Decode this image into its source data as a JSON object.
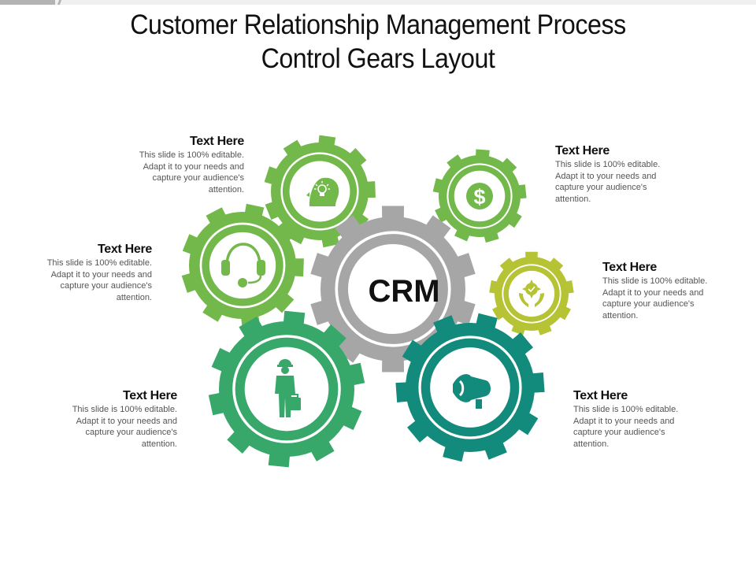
{
  "title": {
    "line1": "Customer Relationship  Management Process",
    "line2": "Control Gears Layout"
  },
  "center": {
    "label": "CRM",
    "color": "#a6a6a6",
    "teeth": 10
  },
  "gears": [
    {
      "id": "idea",
      "icon": "lightbulb-head-icon",
      "color": "#73b84a",
      "teeth": 9
    },
    {
      "id": "money",
      "icon": "dollar-coin-icon",
      "color": "#73b84a",
      "teeth": 9
    },
    {
      "id": "support",
      "icon": "headset-icon",
      "color": "#73b84a",
      "teeth": 9
    },
    {
      "id": "care",
      "icon": "hands-gear-icon",
      "color": "#b5c334",
      "teeth": 9
    },
    {
      "id": "worker",
      "icon": "businessman-briefcase-icon",
      "color": "#37a86a",
      "teeth": 10
    },
    {
      "id": "marketing",
      "icon": "megaphone-icon",
      "color": "#128a7c",
      "teeth": 10
    }
  ],
  "text_blocks": [
    {
      "id": "top-left",
      "heading": "Text Here",
      "body": "This slide is 100% editable. Adapt it to your needs and capture your audience's attention."
    },
    {
      "id": "top-right",
      "heading": "Text Here",
      "body": "This slide is 100% editable. Adapt it to your needs and capture your audience's attention."
    },
    {
      "id": "middle-left",
      "heading": "Text Here",
      "body": "This slide is 100% editable. Adapt it to your needs and capture your audience's attention."
    },
    {
      "id": "middle-right",
      "heading": "Text Here",
      "body": "This slide is 100% editable. Adapt it to your needs and capture your audience's attention."
    },
    {
      "id": "bottom-left",
      "heading": "Text Here",
      "body": "This slide is 100% editable. Adapt it to your needs and capture your audience's attention."
    },
    {
      "id": "bottom-right",
      "heading": "Text Here",
      "body": "This slide is 100% editable. Adapt it to your needs and capture your audience's attention."
    }
  ]
}
